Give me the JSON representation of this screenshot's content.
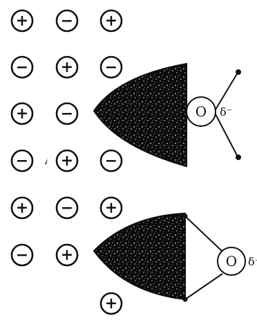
{
  "ion_grid": [
    [
      "+",
      "−",
      "+"
    ],
    [
      "−",
      "+",
      "−"
    ],
    [
      "+",
      "−",
      ""
    ],
    [
      "−",
      "+",
      "−"
    ],
    [
      "+",
      "−",
      "+"
    ],
    [
      "−",
      "+",
      ""
    ],
    [
      "",
      "",
      "+"
    ]
  ],
  "molecule_top": {
    "atom": "O",
    "charge": "δ⁻"
  },
  "molecule_bottom": {
    "atom": "O",
    "charge": "δ⁺"
  },
  "colors": {
    "ink": "#111111",
    "background": "#ffffff"
  }
}
